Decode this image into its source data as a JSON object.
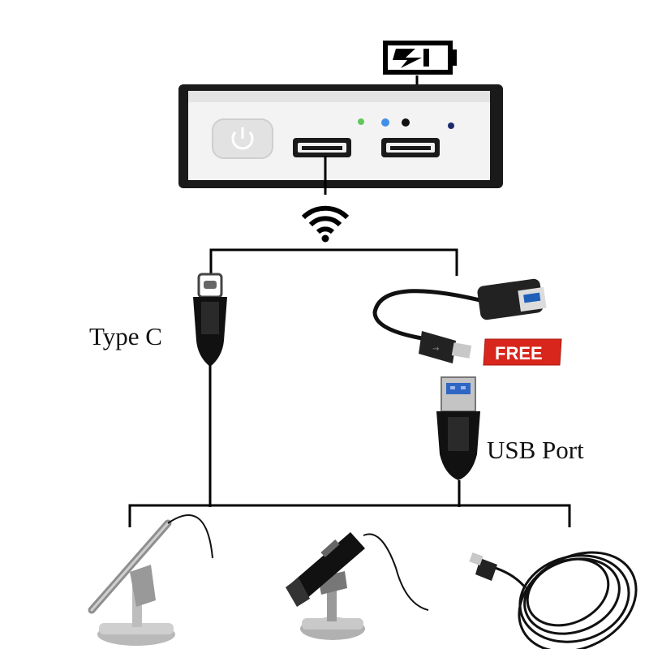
{
  "labels": {
    "type_c": "Type C",
    "usb_port": "USB Port",
    "free_badge": "FREE"
  },
  "icons": {
    "battery": "battery-charging-icon",
    "wifi": "wifi-icon",
    "power_button": "power-icon"
  },
  "colors": {
    "free_badge": "#d8261c",
    "led_green": "#5fc85f",
    "led_blue": "#3f8fe8",
    "line": "#000000"
  },
  "devices": [
    {
      "name": "stand-microscope"
    },
    {
      "name": "handheld-digital-microscope"
    },
    {
      "name": "endoscope-camera-cable"
    }
  ]
}
